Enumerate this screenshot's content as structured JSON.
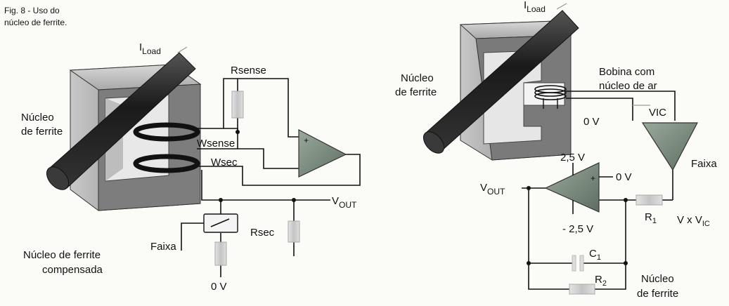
{
  "figure": {
    "caption_line1": "Fig. 8 - Uso do",
    "caption_line2": "núcleo de ferrite."
  },
  "left_diagram": {
    "iload": "I",
    "iload_sub": "Load",
    "core_label_line1": "Núcleo",
    "core_label_line2": "de ferrite",
    "rsense": "Rsense",
    "wsense": "Wsense",
    "wsec": "Wsec",
    "vout": "V",
    "vout_sub": "OUT",
    "rsec": "Rsec",
    "faixa": "Faixa",
    "zero_v": "0 V",
    "caption_line1": "Núcleo de ferrite",
    "caption_line2": "compensada",
    "opamp_plus": "+"
  },
  "right_diagram": {
    "iload": "I",
    "iload_sub": "Load",
    "core_label_line1": "Núcleo",
    "core_label_line2": "de ferrite",
    "coil_label_line1": "Bobina com",
    "coil_label_line2": "núcleo de ar",
    "vic": "VIC",
    "zero_v_top": "0 V",
    "faixa": "Faixa",
    "plus_2_5": "2,5 V",
    "zero_v_amp": "0 V",
    "vout": "V",
    "vout_sub": "OUT",
    "minus_2_5": "- 2,5 V",
    "r1": "R",
    "r1_sub": "1",
    "vxvic": "V x V",
    "vxvic_sub": "IC",
    "c1": "C",
    "c1_sub": "1",
    "r2": "R",
    "r2_sub": "2",
    "core_bottom_line1": "Núcleo",
    "core_bottom_line2": "de ferrite",
    "opamp_plus": "+"
  }
}
